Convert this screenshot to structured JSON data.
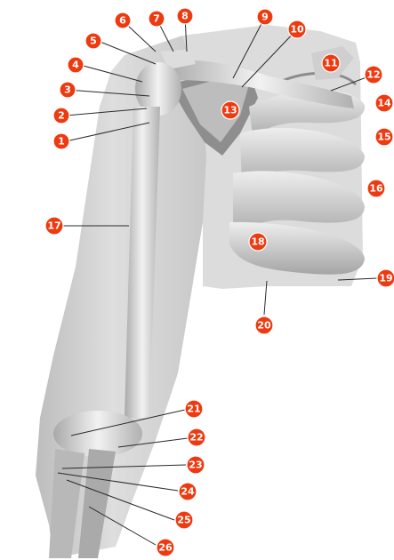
{
  "markers": [
    {
      "id": "1",
      "label": "1"
    },
    {
      "id": "2",
      "label": "2"
    },
    {
      "id": "3",
      "label": "3"
    },
    {
      "id": "4",
      "label": "4"
    },
    {
      "id": "5",
      "label": "5"
    },
    {
      "id": "6",
      "label": "6"
    },
    {
      "id": "7",
      "label": "7"
    },
    {
      "id": "8",
      "label": "8"
    },
    {
      "id": "9",
      "label": "9"
    },
    {
      "id": "10",
      "label": "10"
    },
    {
      "id": "11",
      "label": "11"
    },
    {
      "id": "12",
      "label": "12"
    },
    {
      "id": "13",
      "label": "13"
    },
    {
      "id": "14",
      "label": "14"
    },
    {
      "id": "15",
      "label": "15"
    },
    {
      "id": "16",
      "label": "16"
    },
    {
      "id": "17",
      "label": "17"
    },
    {
      "id": "18",
      "label": "18"
    },
    {
      "id": "19",
      "label": "19"
    },
    {
      "id": "20",
      "label": "20"
    },
    {
      "id": "21",
      "label": "21"
    },
    {
      "id": "22",
      "label": "22"
    },
    {
      "id": "23",
      "label": "23"
    },
    {
      "id": "24",
      "label": "24"
    },
    {
      "id": "25",
      "label": "25"
    },
    {
      "id": "26",
      "label": "26"
    }
  ],
  "colors": {
    "marker": "#ee3a10",
    "skin": "#d4d4d4",
    "bone": "#e6e6e6",
    "shadow": "#9a9a9a"
  }
}
